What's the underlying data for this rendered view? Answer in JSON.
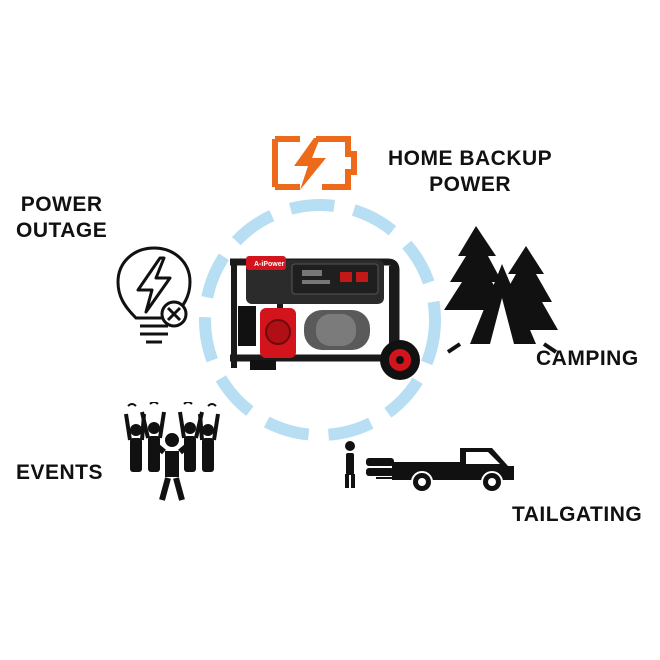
{
  "labels": {
    "home_backup_line1": "HOME BACKUP",
    "home_backup_line2": "POWER",
    "power_outage_line1": "POWER",
    "power_outage_line2": "OUTAGE",
    "camping": "CAMPING",
    "events": "EVENTS",
    "tailgating": "TAILGATING"
  },
  "generator": {
    "brand": "A-iPower"
  },
  "icons": {
    "battery": "battery-charging-icon",
    "bulb": "lightbulb-outage-icon",
    "camping": "tent-trees-icon",
    "events": "crowd-icon",
    "tailgating": "pickup-truck-icon"
  },
  "colors": {
    "accent_orange": "#ee6a1b",
    "ring_blue": "#b7def2",
    "generator_red": "#d4141c",
    "frame_black": "#1a1a1a"
  }
}
